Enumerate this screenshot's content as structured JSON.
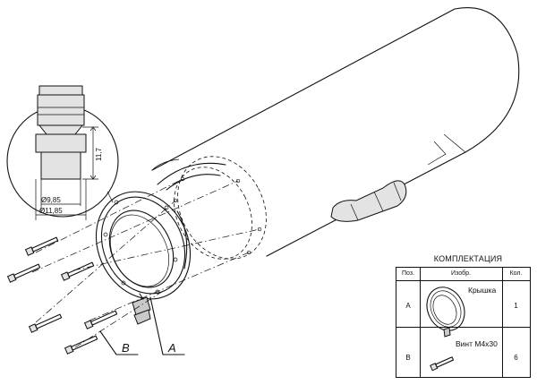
{
  "detail": {
    "dim_height": "11,7",
    "dim_inner_diameter": "Ø9,85",
    "dim_outer_diameter": "Ø11,85"
  },
  "callouts": {
    "a": "A",
    "b": "B"
  },
  "spec": {
    "title": "КОМПЛЕКТАЦИЯ",
    "headers": [
      "Поз.",
      "Изобр.",
      "Кол."
    ],
    "rows": [
      {
        "pos": "A",
        "name": "Крышка",
        "qty": "1"
      },
      {
        "pos": "B",
        "name": "Винт М4х30",
        "qty": "6"
      }
    ]
  }
}
